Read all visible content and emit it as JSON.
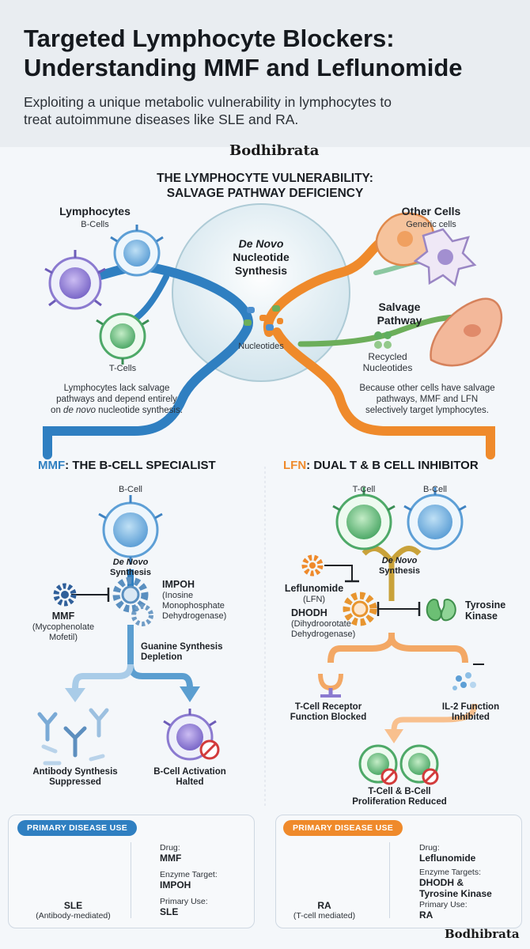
{
  "header": {
    "title_line1": "Targeted Lymphocyte Blockers:",
    "title_line2": "Understanding MMF and Leflunomide",
    "subtitle_line1": "Exploiting a unique metabolic vulnerability in lymphocytes to",
    "subtitle_line2": "treat autoimmune diseases like SLE and RA."
  },
  "watermark": "Bodhibrata",
  "vulnerability": {
    "heading_line1": "THE LYMPHOCYTE VULNERABILITY:",
    "heading_line2": "SALVAGE PATHWAY DEFICIENCY",
    "lymphocytes_title": "Lymphocytes",
    "bcells": "B-Cells",
    "tcells": "T-Cells",
    "other_title": "Other Cells",
    "generic": "Generic cells",
    "denovo_line1": "De Novo",
    "denovo_line2": "Nucleotide",
    "denovo_line3": "Synthesis",
    "nucleotides": "Nucleotides",
    "salvage_line1": "Salvage",
    "salvage_line2": "Pathway",
    "recycled_line1": "Recycled",
    "recycled_line2": "Nucleotides",
    "left_note_line1": "Lymphocytes lack salvage",
    "left_note_line2": "pathways and depend entirely",
    "left_note_line3a": "on ",
    "left_note_line3b": "de novo",
    "left_note_line3c": " nucleotide synthesis.",
    "right_note_line1": "Because other cells have salvage",
    "right_note_line2": "pathways, MMF and LFN",
    "right_note_line3": "selectively target lymphocytes."
  },
  "mmf": {
    "heading_prefix": "MMF",
    "heading_rest": ": THE B-CELL SPECIALIST",
    "bcell": "B-Cell",
    "denovo_line1": "De Novo",
    "denovo_line2": "Synthesis",
    "impoh": "IMPOH",
    "impoh_full_line1": "(Inosine",
    "impoh_full_line2": "Monophosphate",
    "impoh_full_line3": "Dehydrogenase)",
    "mmf": "MMF",
    "mmf_full_line1": "(Mycophenolate",
    "mmf_full_line2": "Mofetil)",
    "guanine_line1": "Guanine Synthesis",
    "guanine_line2": "Depletion",
    "antibody_line1": "Antibody Synthesis",
    "antibody_line2": "Suppressed",
    "activation_line1": "B-Cell Activation",
    "activation_line2": "Halted"
  },
  "lfn": {
    "heading_prefix": "LFN",
    "heading_rest": ": DUAL T & B CELL INHIBITOR",
    "tcell": "T-Cell",
    "bcell": "B-Cell",
    "denovo_line1": "De Novo",
    "denovo_line2": "Synthesis",
    "leflunomide": "Leflunomide",
    "lfn_abbr": "(LFN)",
    "dhodh": "DHODH",
    "dhodh_full_line1": "(Dihydroorotate",
    "dhodh_full_line2": "Dehydrogenase)",
    "tyrosine_line1": "Tyrosine",
    "tyrosine_line2": "Kinase",
    "tcr_line1": "T-Cell Receptor",
    "tcr_line2": "Function Blocked",
    "il2_line1": "IL-2 Function",
    "il2_line2": "Inhibited",
    "prolif_line1": "T-Cell & B-Cell",
    "prolif_line2": "Proliferation Reduced"
  },
  "panels": {
    "left": {
      "tag": "PRIMARY DISEASE USE",
      "disease": "SLE",
      "disease_note": "(Antibody-mediated)",
      "drug_label": "Drug:",
      "drug": "MMF",
      "enzyme_label": "Enzyme Target:",
      "enzyme": "IMPOH",
      "use_label": "Primary Use:",
      "use": "SLE"
    },
    "right": {
      "tag": "PRIMARY DISEASE USE",
      "disease": "RA",
      "disease_note": "(T-cell mediated)",
      "drug_label": "Drug:",
      "drug": "Leflunomide",
      "enzyme_label": "Enzyme Targets:",
      "enzyme_line1": "DHODH &",
      "enzyme_line2": "Tyrosine Kinase",
      "use_label": "Primary Use:",
      "use": "RA"
    }
  },
  "colors": {
    "blue": "#2f7fc1",
    "orange": "#ef8a2b",
    "green": "#6cae5a",
    "purple": "#8b7ad0",
    "red": "#d23b3b"
  }
}
